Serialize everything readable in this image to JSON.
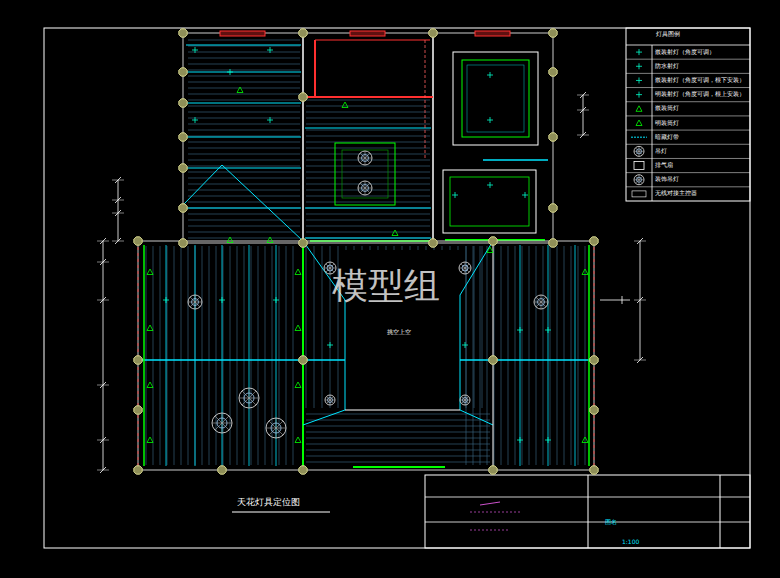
{
  "diagram": {
    "title": "天花灯具定位图",
    "labels": [
      "灯具图例",
      "挑空上空",
      "模型组",
      "图名",
      "1:100"
    ],
    "legend": [
      {
        "text": "嵌装射灯（角度可调）"
      },
      {
        "text": "防水射灯"
      },
      {
        "text": "嵌装射灯（角度可调，根下安装）"
      },
      {
        "text": "明装射灯（角度可调，根上安装）"
      },
      {
        "text": "嵌装筒灯"
      },
      {
        "text": "明装筒灯"
      },
      {
        "text": "暗藏灯带"
      },
      {
        "text": "吊灯"
      },
      {
        "text": "排气扇"
      },
      {
        "text": "装饰吊灯"
      },
      {
        "text": "无线对接主控器"
      }
    ]
  }
}
